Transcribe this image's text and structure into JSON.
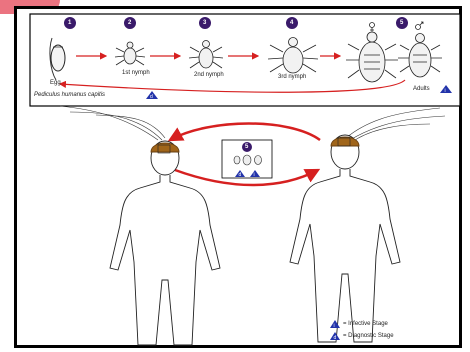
{
  "stages": [
    {
      "number": "1",
      "label": "Egg"
    },
    {
      "number": "2",
      "label": "1st nymph"
    },
    {
      "number": "3",
      "label": "2nd nymph"
    },
    {
      "number": "4",
      "label": "3rd nymph"
    },
    {
      "number": "5",
      "label": "Adults"
    }
  ],
  "species": "Pediculus humanus capitis",
  "transmission": {
    "number": "5"
  },
  "markers": {
    "infective": "i",
    "diagnostic": "d"
  },
  "legend": {
    "infective": "= Infective Stage",
    "diagnostic": "= Diagnostic Stage"
  },
  "colors": {
    "accent_red": "#d62020",
    "hair": "#a0651a",
    "marker_fill": "#2233aa",
    "circle_fill": "#3a1a6a"
  }
}
